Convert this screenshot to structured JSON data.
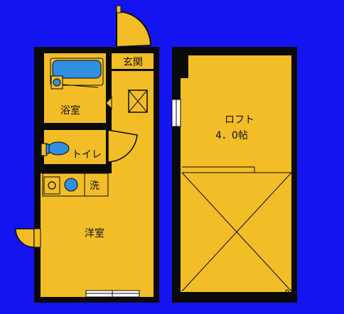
{
  "rooms": {
    "entrance": "玄関",
    "bath": "浴室",
    "toilet": "トイレ",
    "washer": "洗",
    "western": "洋室",
    "loft": "ロフト",
    "loft_size": "4．0帖"
  },
  "colors": {
    "background": "#1414f0",
    "floor": "#f2bd27",
    "wall": "#0a0a0a",
    "fixture": "#2f8fe0"
  }
}
